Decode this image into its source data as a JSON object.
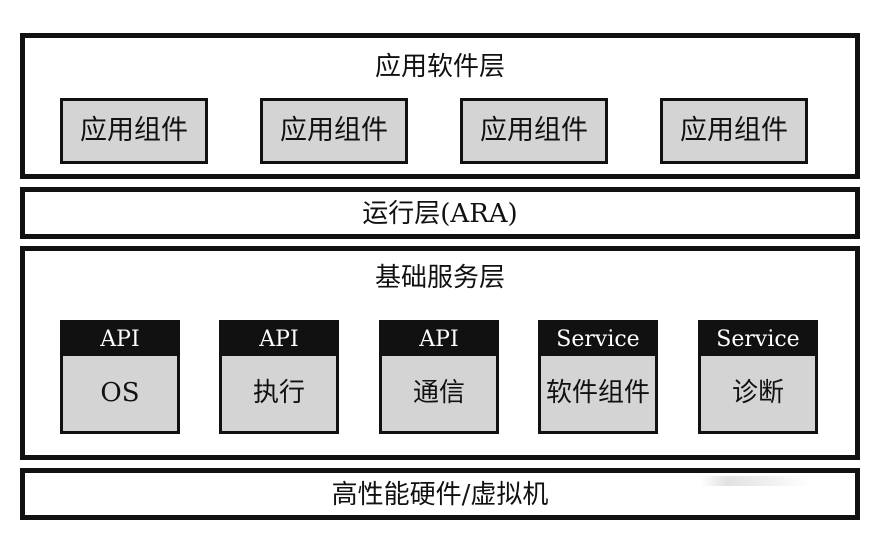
{
  "app_layer": {
    "title": "应用软件层",
    "components": [
      "应用组件",
      "应用组件",
      "应用组件",
      "应用组件"
    ]
  },
  "runtime_layer": {
    "title": "运行层(ARA)"
  },
  "foundation_layer": {
    "title": "基础服务层",
    "services": [
      {
        "header": "API",
        "name": "OS"
      },
      {
        "header": "API",
        "name": "执行"
      },
      {
        "header": "API",
        "name": "通信"
      },
      {
        "header": "Service",
        "name": "软件组件"
      },
      {
        "header": "Service",
        "name": "诊断"
      }
    ]
  },
  "hardware_layer": {
    "title": "高性能硬件/虚拟机"
  }
}
